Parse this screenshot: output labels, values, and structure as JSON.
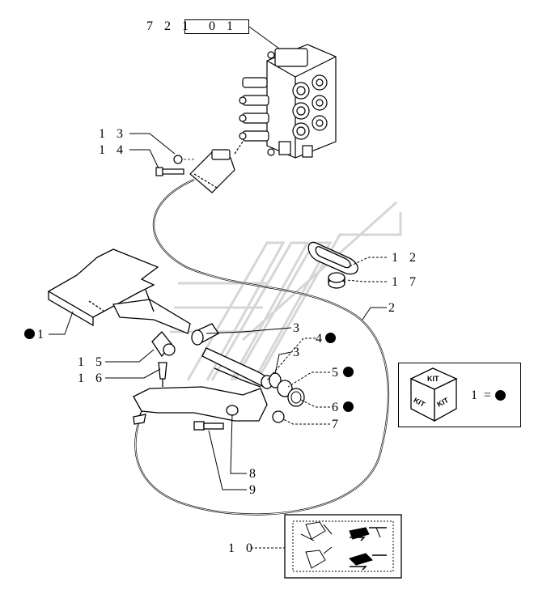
{
  "reference": {
    "prefix": "7 2 1",
    "code": "0 1"
  },
  "callouts": [
    {
      "id": "c13",
      "text": "1 3"
    },
    {
      "id": "c14",
      "text": "1 4"
    },
    {
      "id": "c12",
      "text": "1 2"
    },
    {
      "id": "c17",
      "text": "1 7"
    },
    {
      "id": "c2",
      "text": "2"
    },
    {
      "id": "c1",
      "text": "1"
    },
    {
      "id": "c3a",
      "text": "3"
    },
    {
      "id": "c4",
      "text": "4"
    },
    {
      "id": "c3b",
      "text": "3"
    },
    {
      "id": "c15",
      "text": "1 5"
    },
    {
      "id": "c16",
      "text": "1 6"
    },
    {
      "id": "c5",
      "text": "5"
    },
    {
      "id": "c6",
      "text": "6"
    },
    {
      "id": "c7",
      "text": "7"
    },
    {
      "id": "c8",
      "text": "8"
    },
    {
      "id": "c9",
      "text": "9"
    },
    {
      "id": "c10",
      "text": "1 0"
    }
  ],
  "kit_legend": {
    "equation": "1 =",
    "kit_word": "KIT"
  },
  "colors": {
    "line": "#000000",
    "watermark": "#d6d6d6",
    "background": "#ffffff"
  }
}
